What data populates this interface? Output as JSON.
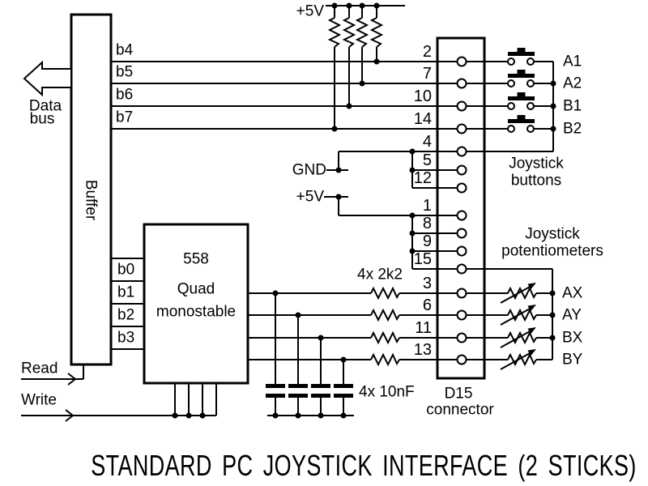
{
  "title": "STANDARD PC JOYSTICK INTERFACE (2 STICKS)",
  "colors": {
    "ink": "#000000",
    "paper": "#ffffff"
  },
  "power": {
    "vcc_top": "+5V",
    "gnd": "GND",
    "vcc_mid": "+5V"
  },
  "bus": {
    "caption_line1": "Data",
    "caption_line2": "bus",
    "read": "Read",
    "write": "Write"
  },
  "buffer": {
    "label": "Buffer",
    "bits_top": [
      "b4",
      "b5",
      "b6",
      "b7"
    ],
    "bits_bottom": [
      "b0",
      "b1",
      "b2",
      "b3"
    ]
  },
  "monostable": {
    "line1": "558",
    "line2": "Quad",
    "line3": "monostable"
  },
  "components": {
    "resistors": "4x 2k2",
    "capacitors": "4x 10nF"
  },
  "connector": {
    "name_line1": "D15",
    "name_line2": "connector",
    "pins_buttons": [
      "2",
      "7",
      "10",
      "14"
    ],
    "pins_gnd": [
      "4",
      "5",
      "12"
    ],
    "pins_vcc": [
      "1",
      "8",
      "9",
      "15"
    ],
    "pins_pots": [
      "3",
      "6",
      "11",
      "13"
    ]
  },
  "joystick": {
    "buttons_caption_line1": "Joystick",
    "buttons_caption_line2": "buttons",
    "pots_caption_line1": "Joystick",
    "pots_caption_line2": "potentiometers",
    "buttons": [
      "A1",
      "A2",
      "B1",
      "B2"
    ],
    "pots": [
      "AX",
      "AY",
      "BX",
      "BY"
    ]
  }
}
